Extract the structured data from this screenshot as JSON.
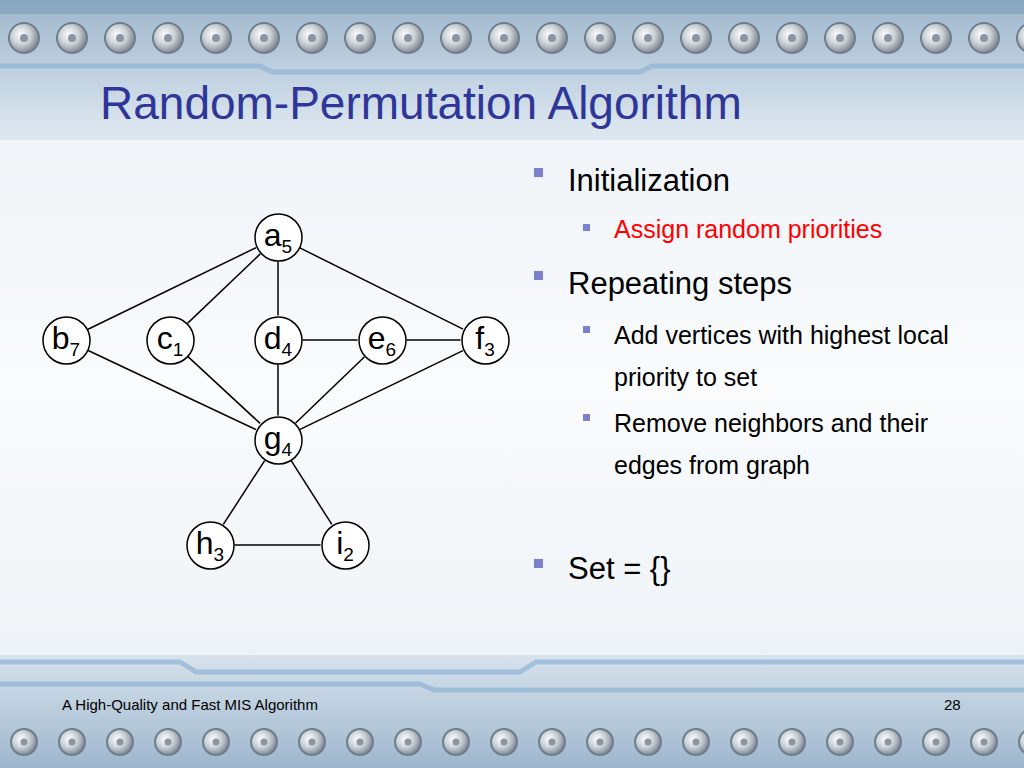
{
  "diagram": {
    "title": "Random-Permutation Algorithm",
    "nodes": [
      {
        "text": [
          "a",
          "5"
        ]
      },
      {
        "text": [
          "b",
          "7"
        ]
      },
      {
        "text": [
          "c",
          "1"
        ]
      },
      {
        "text": [
          "d",
          "4"
        ]
      },
      {
        "text": [
          "e",
          "6"
        ]
      },
      {
        "text": [
          "f",
          "3"
        ]
      },
      {
        "text": [
          "g",
          "4"
        ]
      },
      {
        "text": [
          "h",
          "3"
        ]
      },
      {
        "text": [
          "i",
          "2"
        ]
      }
    ],
    "edges": [
      {
        "from": 0,
        "to": 1,
        "arrow": "none"
      },
      {
        "from": 0,
        "to": 2,
        "arrow": "none"
      },
      {
        "from": 0,
        "to": 3,
        "arrow": "none"
      },
      {
        "from": 0,
        "to": 5,
        "arrow": "none"
      },
      {
        "from": 1,
        "to": 6,
        "arrow": "none"
      },
      {
        "from": 2,
        "to": 6,
        "arrow": "none"
      },
      {
        "from": 3,
        "to": 6,
        "arrow": "none"
      },
      {
        "from": 3,
        "to": 4,
        "arrow": "none"
      },
      {
        "from": 4,
        "to": 5,
        "arrow": "none"
      },
      {
        "from": 4,
        "to": 6,
        "arrow": "none"
      },
      {
        "from": 5,
        "to": 6,
        "arrow": "none"
      },
      {
        "from": 6,
        "to": 7,
        "arrow": "none"
      },
      {
        "from": 6,
        "to": 8,
        "arrow": "none"
      },
      {
        "from": 7,
        "to": 8,
        "arrow": "none"
      }
    ],
    "labels": [
      "Initialization",
      "Assign random priorities",
      "Repeating steps",
      "Add vertices with highest local priority to set",
      "Remove neighbors and their edges from graph",
      "Set = {}",
      "A High-Quality and Fast MIS Algorithm",
      "28"
    ]
  }
}
